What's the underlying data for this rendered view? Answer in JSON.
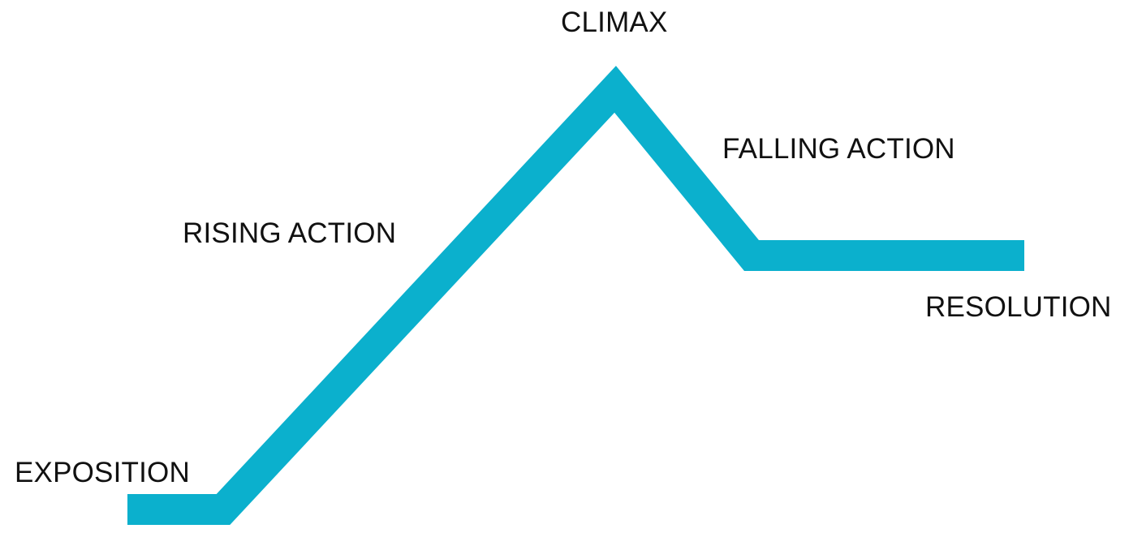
{
  "plot_structure": {
    "line_color": "#0BB0CD",
    "stages": {
      "exposition": "EXPOSITION",
      "rising_action": "RISING ACTION",
      "climax": "CLIMAX",
      "falling_action": "FALLING ACTION",
      "resolution": "RESOLUTION"
    }
  }
}
